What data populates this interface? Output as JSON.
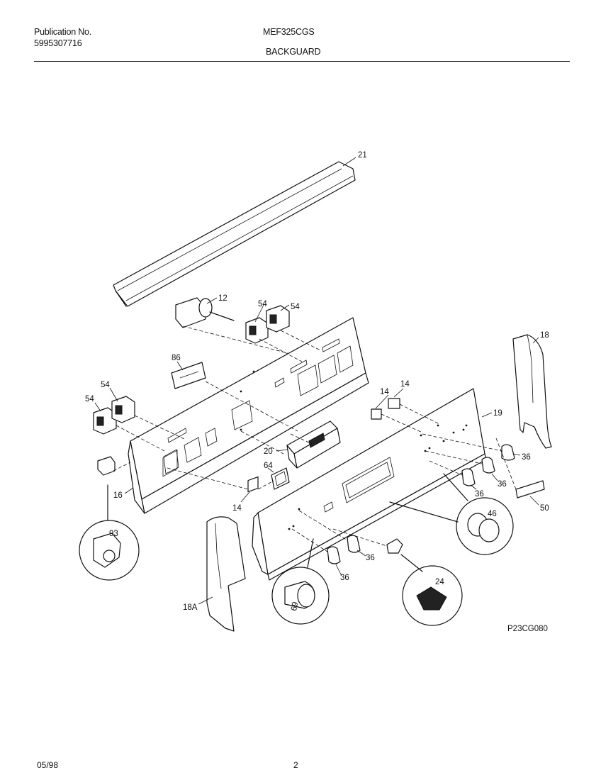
{
  "header": {
    "publication_label": "Publication No.",
    "publication_number": "5995307716",
    "model": "MEF325CGS",
    "section": "BACKGUARD"
  },
  "footer": {
    "date": "05/98",
    "page": "2"
  },
  "diagram": {
    "drawing_code": "P23CG080",
    "callouts": [
      "21",
      "12",
      "54",
      "54",
      "86",
      "54",
      "54",
      "16",
      "18",
      "14",
      "14",
      "19",
      "20",
      "64",
      "36",
      "36",
      "36",
      "14",
      "46",
      "50",
      "93",
      "36",
      "36",
      "24",
      "69",
      "18A"
    ]
  }
}
